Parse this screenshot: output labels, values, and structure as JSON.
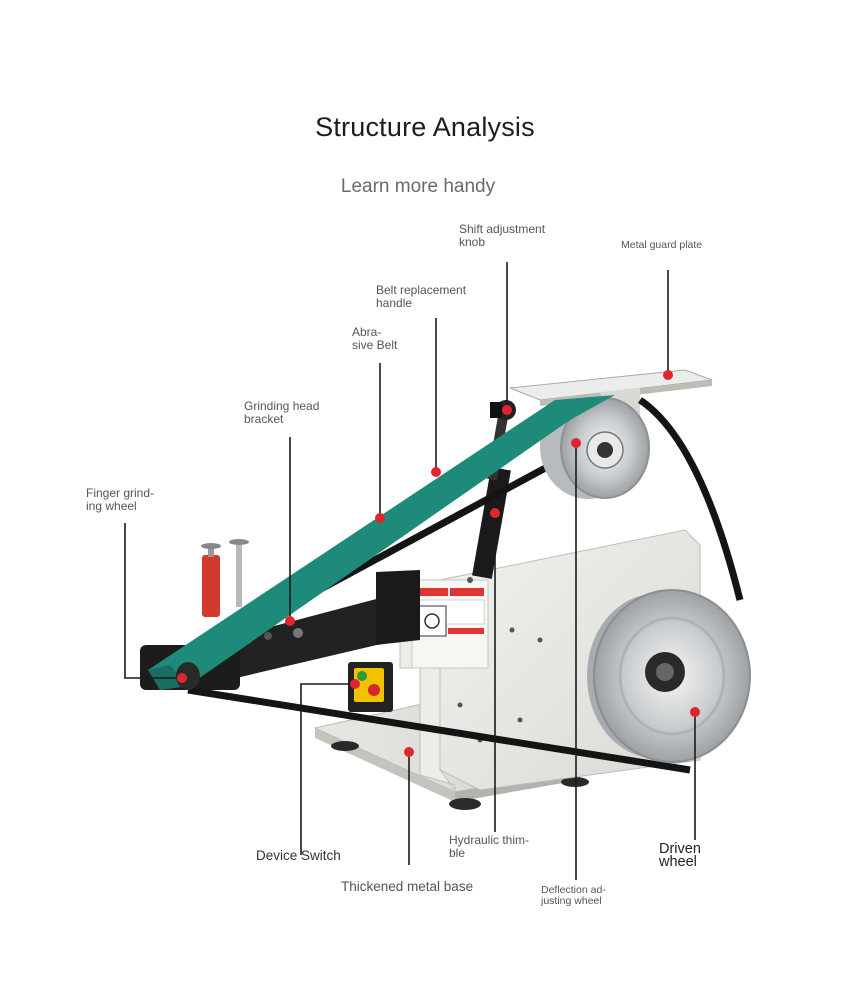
{
  "header": {
    "title": "Structure Analysis",
    "subtitle": "Learn more handy"
  },
  "labels": {
    "shift_knob": "Shift adjustment\nknob",
    "guard_plate": "Metal guard plate",
    "belt_handle": "Belt replacement\nhandle",
    "abrasive_belt": "Abra-\nsive Belt",
    "grinding_bracket": "Grinding head\nbracket",
    "finger_wheel": "Finger grind-\ning wheel",
    "device_switch": "Device Switch",
    "metal_base": "Thickened metal base",
    "hydraulic": "Hydraulic thim-\nble",
    "deflection_wheel": "Deflection ad-\njusting wheel",
    "driven_wheel": "Driven\nwheel"
  },
  "colors": {
    "belt": "#1e8a7a",
    "marker": "#e0262d",
    "leader": "#1a1a1a",
    "body": "#e6e6e1",
    "aluminum": "#cfd2d4"
  }
}
